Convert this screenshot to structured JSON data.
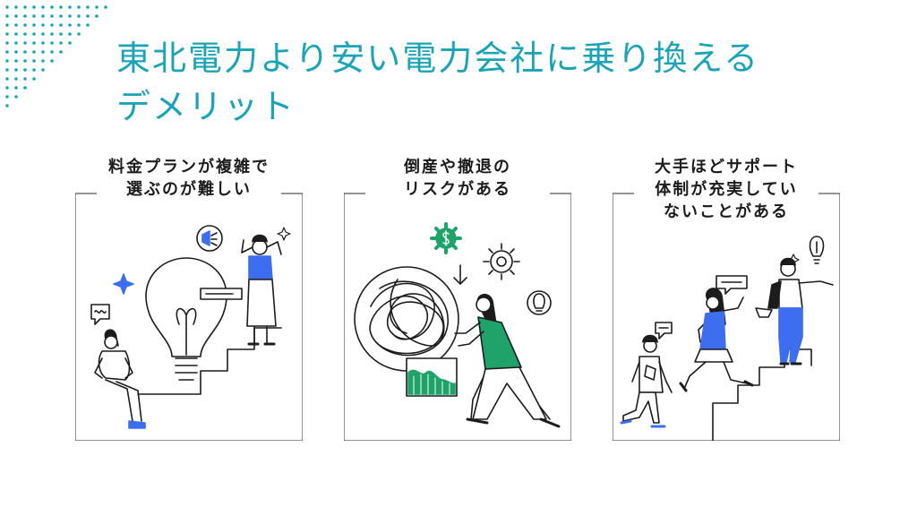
{
  "colors": {
    "accent": "#1ba3b6",
    "ink": "#1c1c1c",
    "green": "#1fa36b",
    "blue": "#3d6ef0"
  },
  "title": {
    "line1": "東北電力より安い電力会社に乗り換える",
    "line2": "デメリット"
  },
  "cards": [
    {
      "line1": "料金プランが複雑で",
      "line2": "選ぶのが難しい"
    },
    {
      "line1": "倒産や撤退の",
      "line2": "リスクがある"
    },
    {
      "line1": "大手ほどサポート",
      "line2": "体制が充実してい",
      "line3": "ないことがある"
    }
  ],
  "icons": [
    "lightbulb-icon",
    "megaphone-icon",
    "speech-bubble-icon",
    "sparkle-icon",
    "dollar-gear-icon",
    "gear-icon",
    "down-arrow-icon",
    "chart-icon"
  ]
}
